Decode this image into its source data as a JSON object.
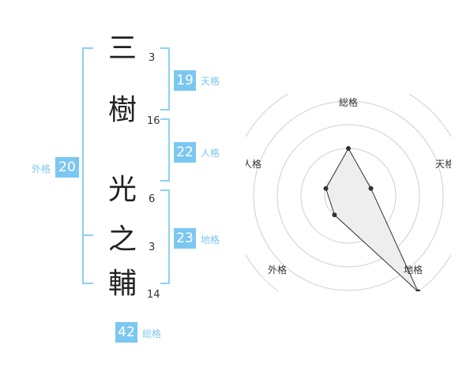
{
  "name": {
    "chars": [
      {
        "char": "三",
        "strokes": "3"
      },
      {
        "char": "樹",
        "strokes": "16"
      },
      {
        "char": "光",
        "strokes": "6"
      },
      {
        "char": "之",
        "strokes": "3"
      },
      {
        "char": "輔",
        "strokes": "14"
      }
    ]
  },
  "kaku": {
    "tenkaku": {
      "value": "19",
      "label": "天格"
    },
    "jinkaku": {
      "value": "22",
      "label": "人格"
    },
    "chikaku": {
      "value": "23",
      "label": "地格"
    },
    "gaikaku": {
      "value": "20",
      "label": "外格"
    },
    "soukaku": {
      "value": "42",
      "label": "総格"
    }
  },
  "radar": {
    "labels": {
      "top": "総格",
      "upper_right": "天格",
      "lower_right": "地格",
      "lower_left": "外格",
      "upper_left": "人格"
    },
    "scores": {
      "soukaku": 2,
      "tenkaku": 1,
      "chikaku": 5,
      "gaikaku": 1,
      "jinkaku": 1
    },
    "max": 5,
    "colors": {
      "line": "#333333",
      "fill": "#eeeeee",
      "grid": "#cfcfcf",
      "dot": "#333333",
      "center": "#cccccc"
    }
  }
}
